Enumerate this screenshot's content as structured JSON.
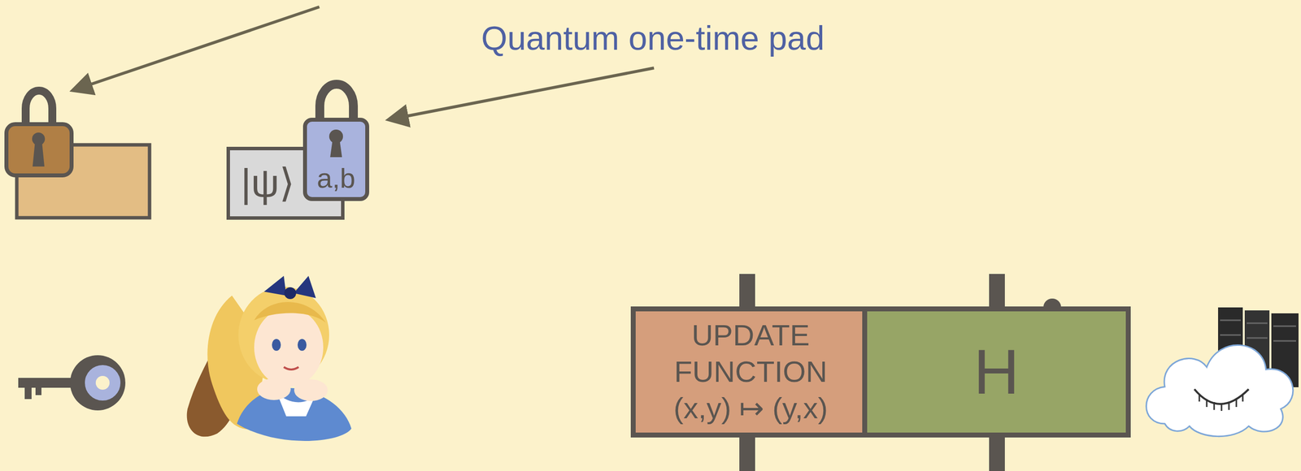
{
  "diagram": {
    "nodes": [
      {
        "text": [
          "|ψ⟩"
        ]
      },
      {
        "text": [
          "a,b"
        ]
      },
      {
        "text": [
          "UPDATE FUNCTION",
          "(x,y) ↦ (y,x)"
        ]
      },
      {
        "text": [
          "H"
        ]
      }
    ],
    "labels": [
      "Quantum one-time pad"
    ]
  }
}
